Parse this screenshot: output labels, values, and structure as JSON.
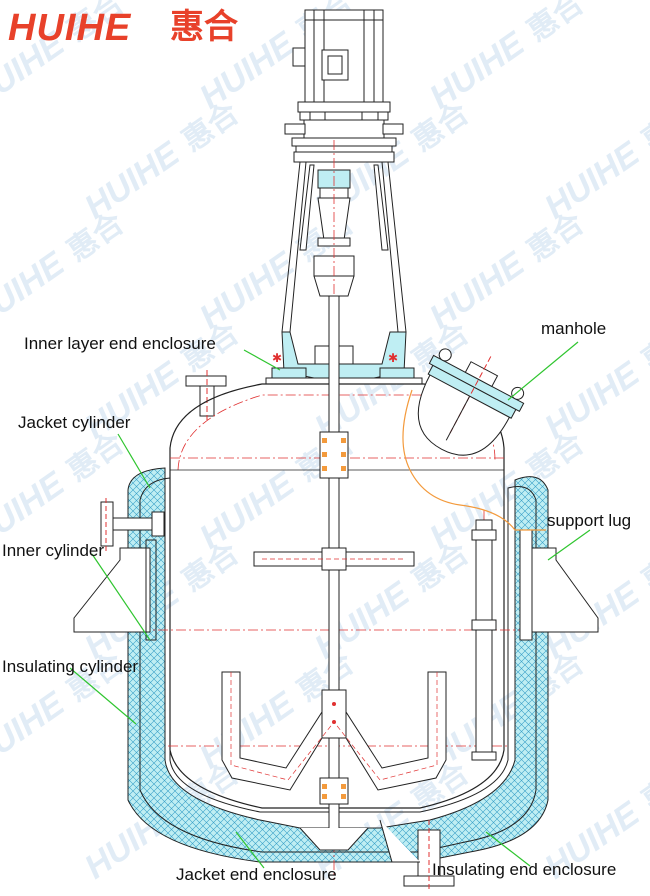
{
  "logo": {
    "latin": "HUIHE",
    "cjk": "惠合"
  },
  "watermark": {
    "latin": "HUIHE",
    "cjk": "惠合"
  },
  "labels": {
    "inner_layer_end_enclosure": "Inner layer end enclosure",
    "manhole": "manhole",
    "jacket_cylinder": "Jacket cylinder",
    "support_lug": "support lug",
    "inner_cylinder": "Inner cylinder",
    "insulating_cylinder": "Insulating cylinder",
    "jacket_end_enclosure": "Jacket end enclosure",
    "insulating_end_enclosure": "Insulating end enclosure"
  },
  "colors": {
    "brand": "#e8412a",
    "line": "#222222",
    "centerline": "#e03030",
    "insulation_fill": "#bfeef3",
    "leader": "#2fc52f",
    "orange_detail": "#f39a3c",
    "watermark": "#c8ddef"
  }
}
